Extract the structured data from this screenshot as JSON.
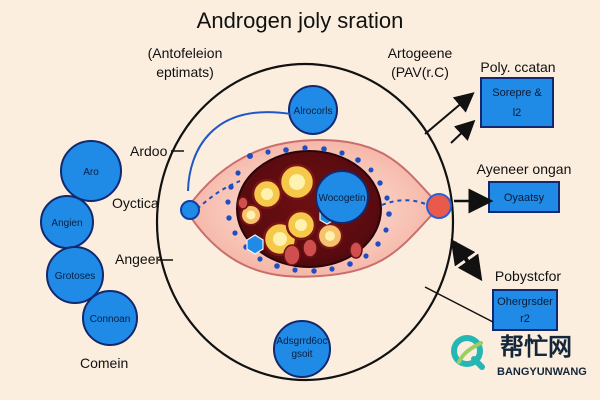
{
  "title": "Androgen joly sration",
  "labels": {
    "top_left_note_line1": "(Antofeleion",
    "top_left_note_line2": "eptimats)",
    "top_right_note_line1": "Artogeene",
    "top_right_note_line2": "(PAV(r.C)",
    "ardoo": "Ardoo",
    "oyctica": "Oyctica",
    "angeer": "Angeer",
    "comein": "Comein"
  },
  "left_circles": [
    {
      "label": "Aro"
    },
    {
      "label": "Angien"
    },
    {
      "label": "Grotoses"
    },
    {
      "label": "Connoan"
    }
  ],
  "inner_circles": {
    "top": "Alrocorls",
    "center": "Wocogetin",
    "bottom_line1": "Adsgrrd6oc",
    "bottom_line2": "gsoit"
  },
  "right_panel": {
    "box1_heading": "Poly. ccatan",
    "box1_line1": "Sorepre &",
    "box1_line2": "l2",
    "box2_heading": "Ayeneer ongan",
    "box2_line1": "Oyaatsy",
    "box3_heading": "Pobystcfor",
    "box3_line1": "Ohergrsder",
    "box3_line2": "r2"
  },
  "watermark": {
    "cn": "帮忙网",
    "en": "BANGYUNWANG"
  },
  "colors": {
    "background": "#fbeede",
    "blue": "#1f8be6",
    "navy": "#13286e",
    "tissue_pink": "#f6b2a6",
    "tissue_dark": "#8b1513",
    "yolk": "#f6c94a",
    "red_node": "#ea5a4b"
  }
}
